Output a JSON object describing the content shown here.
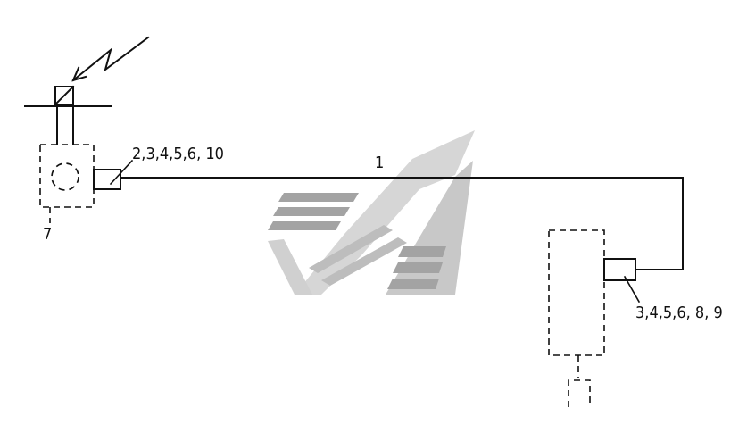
{
  "diagram": {
    "labels": {
      "line": "1",
      "left_connector": "2,3,4,5,6, 10",
      "left_unit": "7",
      "right_connector": "3,4,5,6, 8, 9"
    },
    "colors": {
      "line": "#111111",
      "watermark_light": "#d3d3d3",
      "watermark_dark": "#9a9a9a",
      "background": "#ffffff"
    }
  }
}
